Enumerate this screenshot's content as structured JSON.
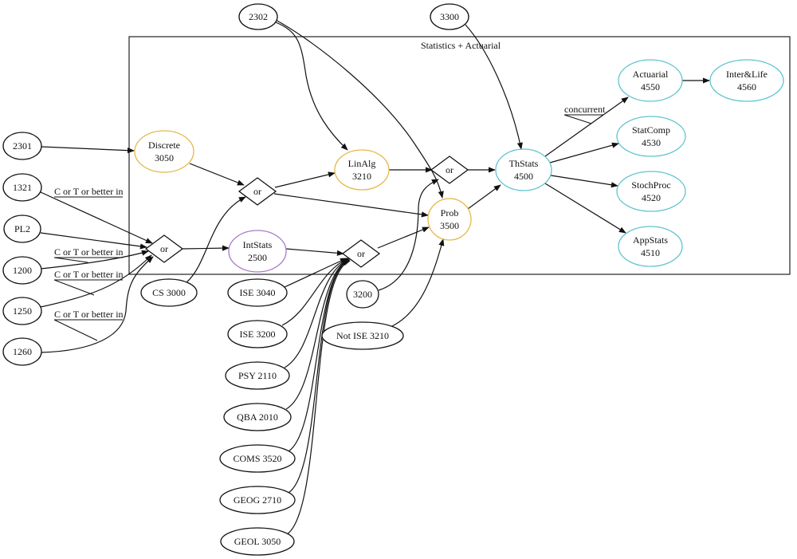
{
  "cluster": {
    "label": "Statistics + Actuarial"
  },
  "colors": {
    "external": "#111111",
    "core_yellow": "#e6b84a",
    "intro_purple": "#a77bc8",
    "upper_cyan": "#5fc4cf",
    "gate": "#111111"
  },
  "nodes": [
    {
      "id": "n2302",
      "lines": [
        "2302"
      ],
      "kind": "external"
    },
    {
      "id": "n3300",
      "lines": [
        "3300"
      ],
      "kind": "external"
    },
    {
      "id": "n2301",
      "lines": [
        "2301"
      ],
      "kind": "external"
    },
    {
      "id": "n1321",
      "lines": [
        "1321"
      ],
      "kind": "external"
    },
    {
      "id": "nPL2",
      "lines": [
        "PL2"
      ],
      "kind": "external"
    },
    {
      "id": "n1200",
      "lines": [
        "1200"
      ],
      "kind": "external"
    },
    {
      "id": "n1250",
      "lines": [
        "1250"
      ],
      "kind": "external"
    },
    {
      "id": "n1260",
      "lines": [
        "1260"
      ],
      "kind": "external"
    },
    {
      "id": "nCS3000",
      "lines": [
        "CS 3000"
      ],
      "kind": "external"
    },
    {
      "id": "nISE3040",
      "lines": [
        "ISE 3040"
      ],
      "kind": "external"
    },
    {
      "id": "nISE3200",
      "lines": [
        "ISE 3200"
      ],
      "kind": "external"
    },
    {
      "id": "nPSY2110",
      "lines": [
        "PSY 2110"
      ],
      "kind": "external"
    },
    {
      "id": "nQBA2010",
      "lines": [
        "QBA 2010"
      ],
      "kind": "external"
    },
    {
      "id": "nCOMS3520",
      "lines": [
        "COMS 3520"
      ],
      "kind": "external"
    },
    {
      "id": "nGEOG2710",
      "lines": [
        "GEOG 2710"
      ],
      "kind": "external"
    },
    {
      "id": "nGEOL3050",
      "lines": [
        "GEOL 3050"
      ],
      "kind": "external"
    },
    {
      "id": "n3200",
      "lines": [
        "3200"
      ],
      "kind": "external"
    },
    {
      "id": "nNotISE3210",
      "lines": [
        "Not ISE 3210"
      ],
      "kind": "external"
    },
    {
      "id": "nDiscrete",
      "lines": [
        "Discrete",
        "3050"
      ],
      "kind": "core_yellow"
    },
    {
      "id": "nLinAlg",
      "lines": [
        "LinAlg",
        "3210"
      ],
      "kind": "core_yellow"
    },
    {
      "id": "nProb",
      "lines": [
        "Prob",
        "3500"
      ],
      "kind": "core_yellow"
    },
    {
      "id": "nIntStats",
      "lines": [
        "IntStats",
        "2500"
      ],
      "kind": "intro_purple"
    },
    {
      "id": "nThStats",
      "lines": [
        "ThStats",
        "4500"
      ],
      "kind": "upper_cyan"
    },
    {
      "id": "nActuarial",
      "lines": [
        "Actuarial",
        "4550"
      ],
      "kind": "upper_cyan"
    },
    {
      "id": "nInterLife",
      "lines": [
        "Inter&Life",
        "4560"
      ],
      "kind": "upper_cyan"
    },
    {
      "id": "nStatComp",
      "lines": [
        "StatComp",
        "4530"
      ],
      "kind": "upper_cyan"
    },
    {
      "id": "nStochProc",
      "lines": [
        "StochProc",
        "4520"
      ],
      "kind": "upper_cyan"
    },
    {
      "id": "nAppStats",
      "lines": [
        "AppStats",
        "4510"
      ],
      "kind": "upper_cyan"
    },
    {
      "id": "orA",
      "lines": [
        "or"
      ],
      "kind": "gate"
    },
    {
      "id": "orB",
      "lines": [
        "or"
      ],
      "kind": "gate"
    },
    {
      "id": "orC",
      "lines": [
        "or"
      ],
      "kind": "gate"
    },
    {
      "id": "orD",
      "lines": [
        "or"
      ],
      "kind": "gate"
    }
  ],
  "edges": [
    {
      "from": "n2302",
      "to": "nLinAlg",
      "label": ""
    },
    {
      "from": "n2302",
      "to": "nProb",
      "label": ""
    },
    {
      "from": "n3300",
      "to": "nThStats",
      "label": ""
    },
    {
      "from": "n2301",
      "to": "nDiscrete",
      "label": ""
    },
    {
      "from": "nDiscrete",
      "to": "orB",
      "label": ""
    },
    {
      "from": "nCS3000",
      "to": "orB",
      "label": ""
    },
    {
      "from": "orB",
      "to": "nLinAlg",
      "label": ""
    },
    {
      "from": "orB",
      "to": "nProb",
      "label": ""
    },
    {
      "from": "n1321",
      "to": "orA",
      "label": "C or T or better in"
    },
    {
      "from": "nPL2",
      "to": "orA",
      "label": ""
    },
    {
      "from": "n1200",
      "to": "orA",
      "label": "C or T or better in"
    },
    {
      "from": "n1250",
      "to": "orA",
      "label": "C or T or better in"
    },
    {
      "from": "n1260",
      "to": "orA",
      "label": "C or T or better in"
    },
    {
      "from": "orA",
      "to": "nIntStats",
      "label": ""
    },
    {
      "from": "nIntStats",
      "to": "orC",
      "label": ""
    },
    {
      "from": "nISE3040",
      "to": "orC",
      "label": ""
    },
    {
      "from": "nISE3200",
      "to": "orC",
      "label": ""
    },
    {
      "from": "nPSY2110",
      "to": "orC",
      "label": ""
    },
    {
      "from": "nQBA2010",
      "to": "orC",
      "label": ""
    },
    {
      "from": "nCOMS3520",
      "to": "orC",
      "label": ""
    },
    {
      "from": "nGEOG2710",
      "to": "orC",
      "label": ""
    },
    {
      "from": "nGEOL3050",
      "to": "orC",
      "label": ""
    },
    {
      "from": "orC",
      "to": "nProb",
      "label": ""
    },
    {
      "from": "nNotISE3210",
      "to": "nProb",
      "label": ""
    },
    {
      "from": "nLinAlg",
      "to": "orD",
      "label": ""
    },
    {
      "from": "n3200",
      "to": "orD",
      "label": ""
    },
    {
      "from": "orD",
      "to": "nThStats",
      "label": ""
    },
    {
      "from": "nProb",
      "to": "nThStats",
      "label": ""
    },
    {
      "from": "nThStats",
      "to": "nActuarial",
      "label": "concurrent"
    },
    {
      "from": "nThStats",
      "to": "nStatComp",
      "label": ""
    },
    {
      "from": "nThStats",
      "to": "nStochProc",
      "label": ""
    },
    {
      "from": "nThStats",
      "to": "nAppStats",
      "label": ""
    },
    {
      "from": "nActuarial",
      "to": "nInterLife",
      "label": ""
    }
  ]
}
